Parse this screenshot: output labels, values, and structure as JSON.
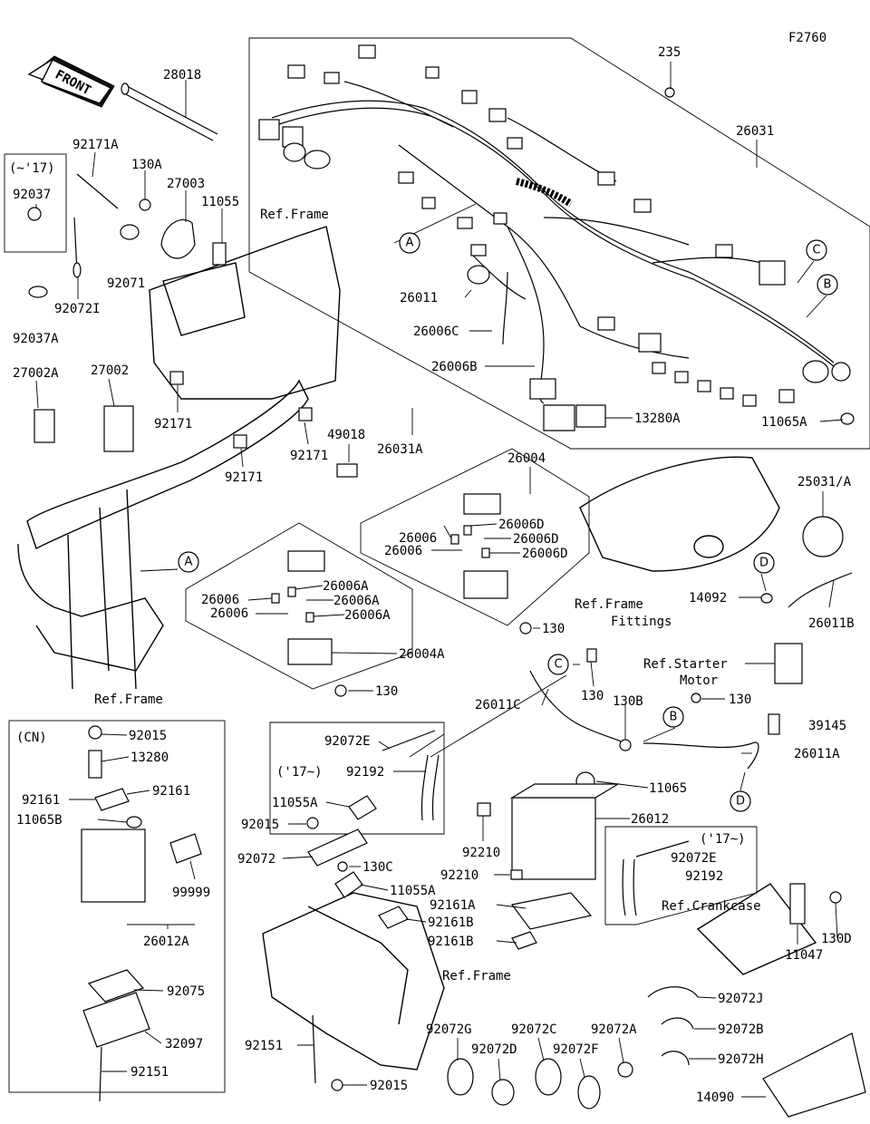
{
  "figure_code": "F2760",
  "front_label": "FRONT",
  "ref_labels": {
    "frame_top": "Ref.Frame",
    "frame_mid": "Ref.Frame",
    "frame_bottom": "Ref.Frame",
    "frame_fittings_1": "Ref.Frame",
    "frame_fittings_2": "Fittings",
    "starter_1": "Ref.Starter",
    "starter_2": "Motor",
    "crankcase": "Ref.Crankcase"
  },
  "box_labels": {
    "until_17": "(~'17)",
    "cn": "(CN)",
    "from_17_a": "('17~)",
    "from_17_b": "('17~)"
  },
  "circle_refs": {
    "A1": "A",
    "A2": "A",
    "B1": "B",
    "B2": "B",
    "C1": "C",
    "C2": "C",
    "D1": "D",
    "D2": "D"
  },
  "parts": {
    "p28018": "28018",
    "p235": "235",
    "p26031": "26031",
    "p92171A": "92171A",
    "p130A": "130A",
    "p27003": "27003",
    "p11055": "11055",
    "p92037": "92037",
    "p92071": "92071",
    "p92072I": "92072I",
    "p92037A": "92037A",
    "p27002A": "27002A",
    "p27002": "27002",
    "p92171_1": "92171",
    "p92171_2": "92171",
    "p92171_3": "92171",
    "p26011": "26011",
    "p26006C": "26006C",
    "p26006B": "26006B",
    "p13280A": "13280A",
    "p11065A": "11065A",
    "p49018": "49018",
    "p26031A": "26031A",
    "p26004": "26004",
    "p26006D_1": "26006D",
    "p26006D_2": "26006D",
    "p26006D_3": "26006D",
    "p26006_1": "26006",
    "p26006_2": "26006",
    "p26006_3": "26006",
    "p26006_4": "26006",
    "p26006A_1": "26006A",
    "p26006A_2": "26006A",
    "p26006A_3": "26006A",
    "p26004A": "26004A",
    "p130_1": "130",
    "p130_2": "130",
    "p130_3": "130",
    "p130_4": "130",
    "p25031A": "25031/A",
    "p14092": "14092",
    "p26011B": "26011B",
    "p26011C": "26011C",
    "p130B": "130B",
    "p39145": "39145",
    "p26011A": "26011A",
    "p11065": "11065",
    "p26012": "26012",
    "p92210_1": "92210",
    "p92210_2": "92210",
    "p92072E_1": "92072E",
    "p92072E_2": "92072E",
    "p92192_1": "92192",
    "p92192_2": "92192",
    "p11055A_1": "11055A",
    "p11055A_2": "11055A",
    "p92015_1": "92015",
    "p92015_2": "92015",
    "p92015_3": "92015",
    "p92072": "92072",
    "p130C": "130C",
    "p92161A": "92161A",
    "p92161B_1": "92161B",
    "p92161B_2": "92161B",
    "p13280": "13280",
    "p92161_1": "92161",
    "p92161_2": "92161",
    "p11065B": "11065B",
    "p99999": "99999",
    "p26012A": "26012A",
    "p92075": "92075",
    "p32097": "32097",
    "p92151_1": "92151",
    "p92151_2": "92151",
    "p11047": "11047",
    "p130D": "130D",
    "p92072J": "92072J",
    "p92072B": "92072B",
    "p92072H": "92072H",
    "p92072G": "92072G",
    "p92072C": "92072C",
    "p92072A": "92072A",
    "p92072D": "92072D",
    "p92072F": "92072F",
    "p14090": "14090"
  }
}
